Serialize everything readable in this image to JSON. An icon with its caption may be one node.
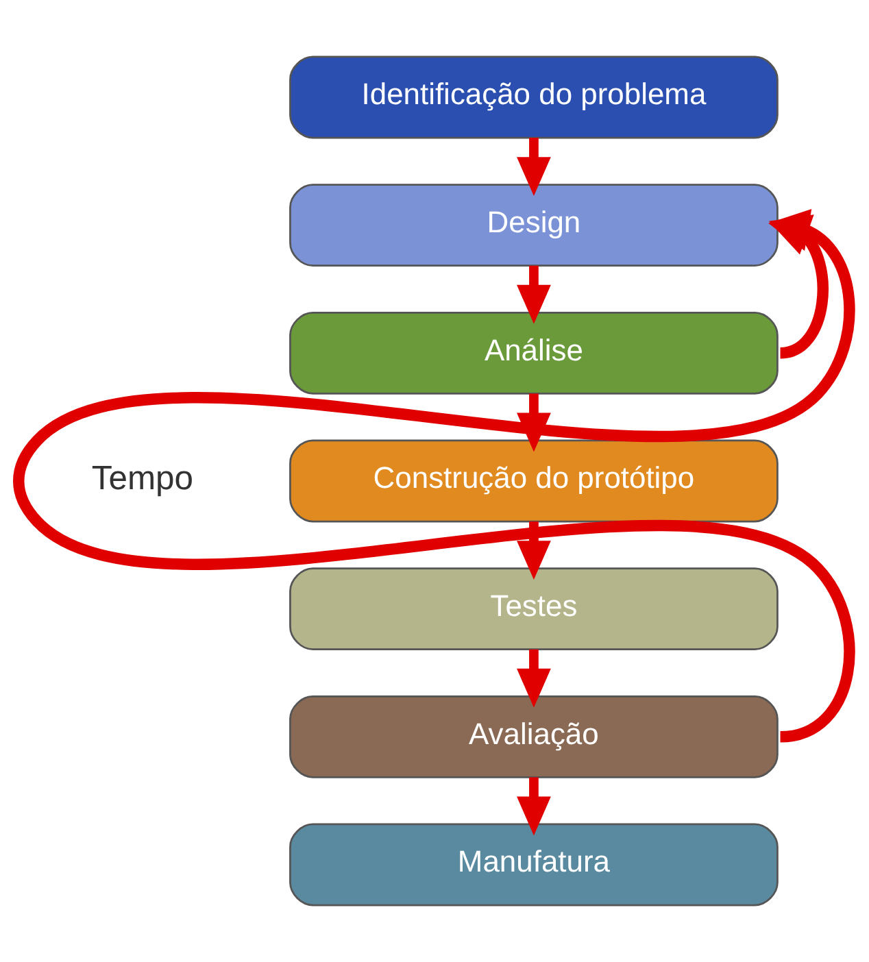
{
  "diagram": {
    "nodes": [
      {
        "text": [
          "Identificação do problema"
        ]
      },
      {
        "text": [
          "Design"
        ]
      },
      {
        "text": [
          "Análise"
        ]
      },
      {
        "text": [
          "Construção do protótipo"
        ]
      },
      {
        "text": [
          "Testes"
        ]
      },
      {
        "text": [
          "Avaliação"
        ]
      },
      {
        "text": [
          "Manufatura"
        ]
      }
    ],
    "edges": [
      {
        "from": 0,
        "to": 1,
        "arrow": "to"
      },
      {
        "from": 1,
        "to": 2,
        "arrow": "to"
      },
      {
        "from": 2,
        "to": 3,
        "arrow": "to"
      },
      {
        "from": 3,
        "to": 4,
        "arrow": "to"
      },
      {
        "from": 4,
        "to": 5,
        "arrow": "to"
      },
      {
        "from": 5,
        "to": 6,
        "arrow": "to"
      },
      {
        "from": 2,
        "to": 1,
        "arrow": "to"
      },
      {
        "from": 5,
        "to": 1,
        "arrow": "to"
      }
    ],
    "labels": [
      "Tempo"
    ]
  }
}
